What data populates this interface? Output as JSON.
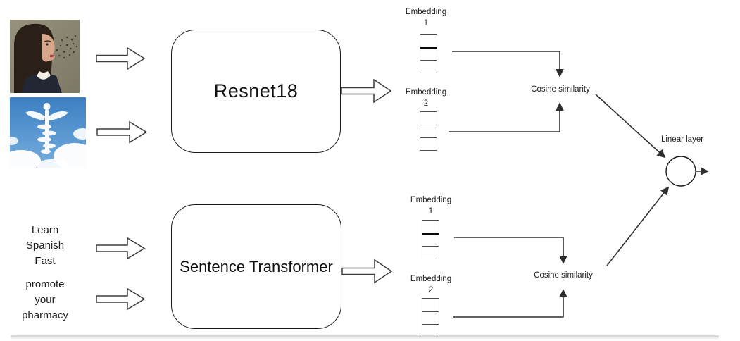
{
  "labels": {
    "model_top": "Resnet18",
    "model_bottom": "Sentence Transformer",
    "embedding": "Embedding",
    "emb1_index": "1",
    "emb2_index": "2",
    "cosine": "Cosine similarity",
    "linear": "Linear layer"
  },
  "inputs": {
    "text1": "Learn\nSpanish\nFast",
    "text2": "promote\nyour\npharmacy",
    "image1_alt": "woman-speaking-letters-photo",
    "image2_alt": "caduceus-clouds-photo"
  },
  "colors": {
    "line": "#2f2f2f",
    "box_border": "#1a1a1a",
    "sky_blue": "#4287c9",
    "olive_background": "#8f8b76",
    "bottom_rule": "#d9d9d9"
  }
}
